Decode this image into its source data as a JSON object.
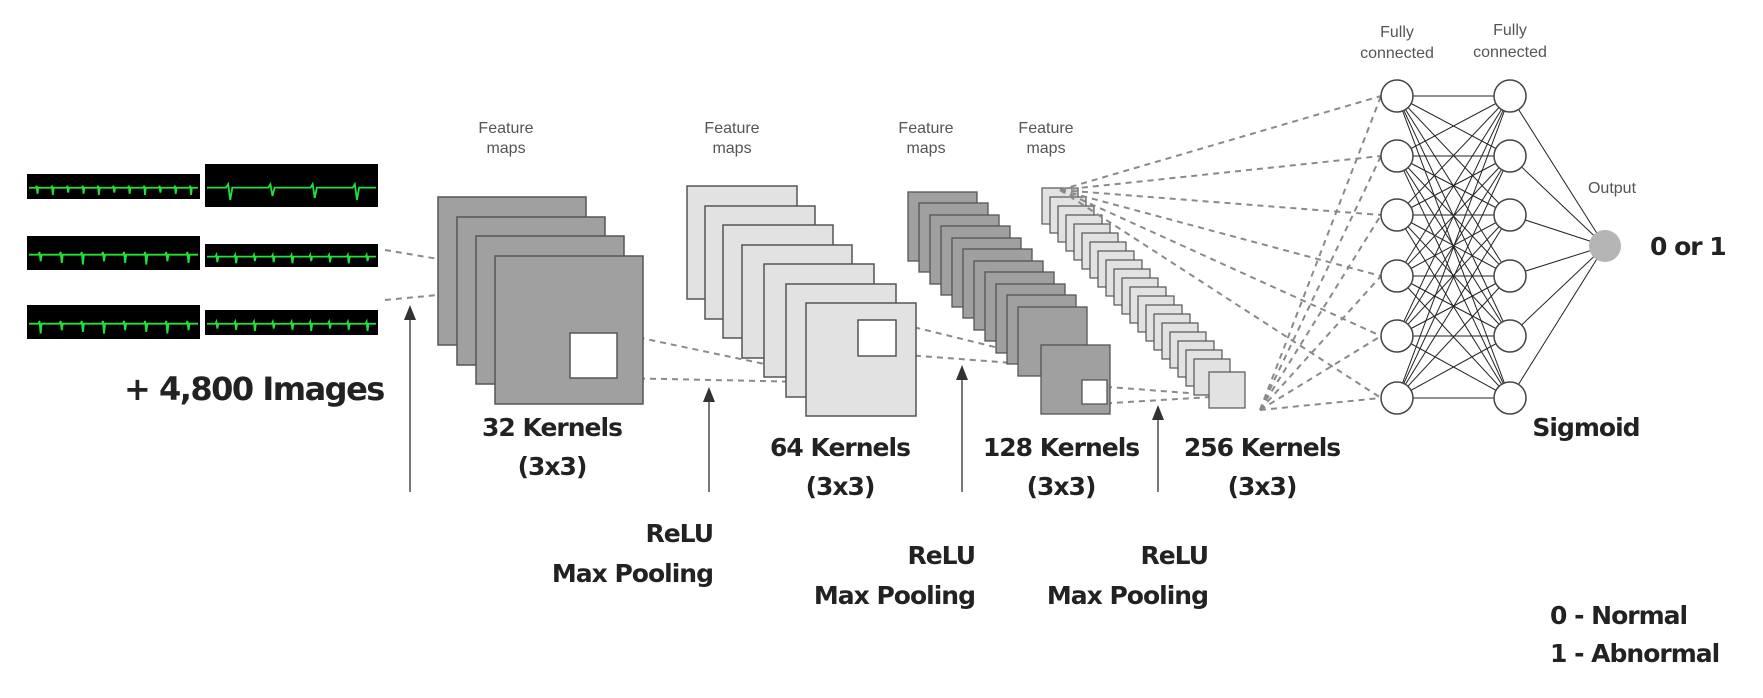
{
  "input": {
    "image_count_label": "+ 4,800 Images",
    "thumbnail_count": 6,
    "trace_color": "#22e23a"
  },
  "conv_blocks": [
    {
      "feature_label_1": "Feature",
      "feature_label_2": "maps",
      "kernels": "32 Kernels",
      "kernel_size": "(3x3)",
      "fill": "#a0a0a0"
    },
    {
      "feature_label_1": "Feature",
      "feature_label_2": "maps",
      "kernels": "64 Kernels",
      "kernel_size": "(3x3)",
      "fill": "#e2e2e2"
    },
    {
      "feature_label_1": "Feature",
      "feature_label_2": "maps",
      "kernels": "128 Kernels",
      "kernel_size": "(3x3)",
      "fill": "#a0a0a0"
    },
    {
      "feature_label_1": "Feature",
      "feature_label_2": "maps",
      "kernels": "256 Kernels",
      "kernel_size": "(3x3)",
      "fill": "#e2e2e2"
    }
  ],
  "pooling": [
    {
      "activation": "ReLU",
      "pooling": "Max Pooling"
    },
    {
      "activation": "ReLU",
      "pooling": "Max Pooling"
    },
    {
      "activation": "ReLU",
      "pooling": "Max Pooling"
    }
  ],
  "fully_connected": [
    {
      "label_1": "Fully",
      "label_2": "connected",
      "nodes": 6
    },
    {
      "label_1": "Fully",
      "label_2": "connected",
      "nodes": 6
    }
  ],
  "output": {
    "label": "Output",
    "value_label": "0 or 1",
    "activation": "Sigmoid",
    "node_color": "#b5b5b5"
  },
  "legend": {
    "line_1": "0 - Normal",
    "line_2": "1 - Abnormal"
  }
}
